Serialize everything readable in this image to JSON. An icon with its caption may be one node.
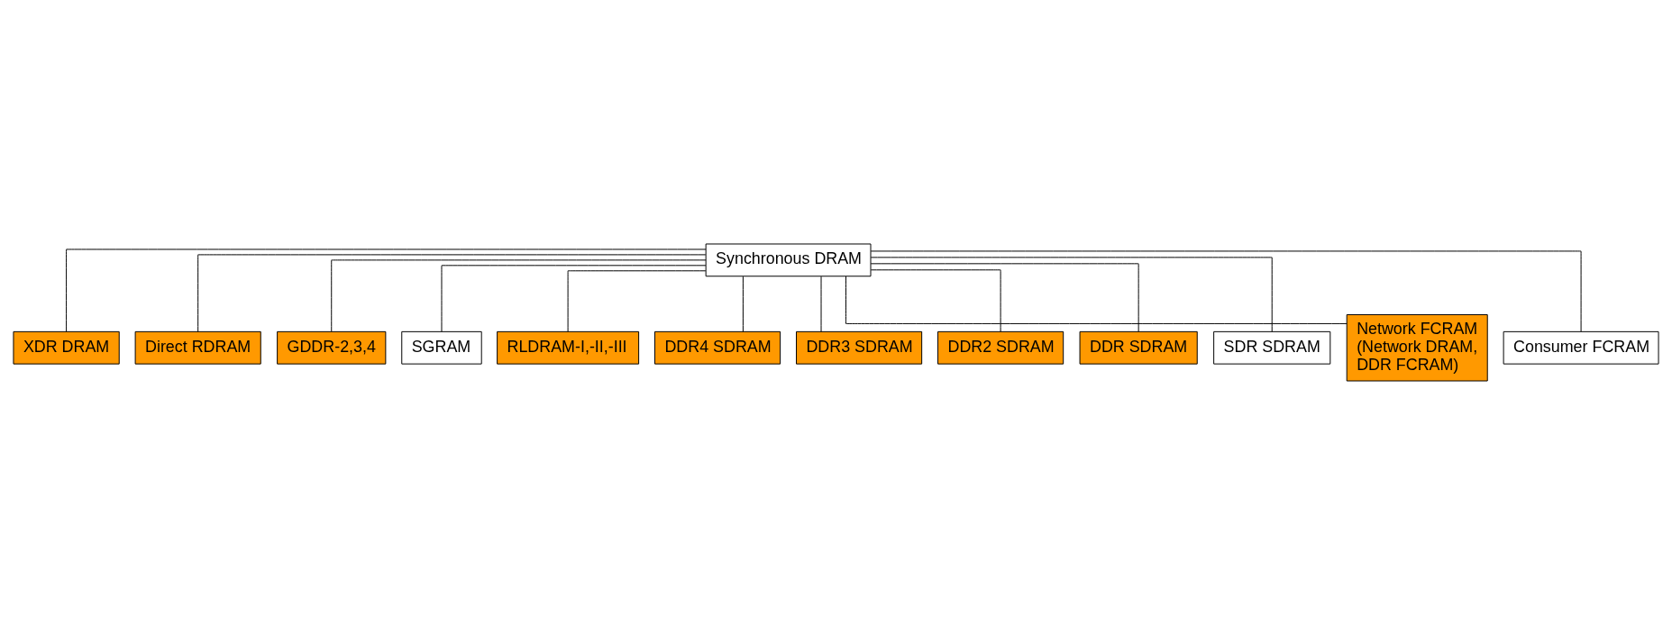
{
  "diagram": {
    "nodes": [
      {
        "text": [
          "Synchronous DRAM"
        ]
      },
      {
        "text": [
          "XDR DRAM"
        ]
      },
      {
        "text": [
          "Direct RDRAM"
        ]
      },
      {
        "text": [
          "GDDR-2,3,4"
        ]
      },
      {
        "text": [
          "SGRAM"
        ]
      },
      {
        "text": [
          "RLDRAM-I,-II,-III"
        ]
      },
      {
        "text": [
          "DDR4 SDRAM"
        ]
      },
      {
        "text": [
          "DDR3 SDRAM"
        ]
      },
      {
        "text": [
          "DDR2 SDRAM"
        ]
      },
      {
        "text": [
          "DDR SDRAM"
        ]
      },
      {
        "text": [
          "SDR SDRAM"
        ]
      },
      {
        "text": [
          "Network FCRAM (Network DRAM, DDR FCRAM)"
        ]
      },
      {
        "text": [
          "Consumer FCRAM"
        ]
      }
    ],
    "edges": [
      {
        "from": 0,
        "to": 1,
        "arrow": "none"
      },
      {
        "from": 0,
        "to": 2,
        "arrow": "none"
      },
      {
        "from": 0,
        "to": 3,
        "arrow": "none"
      },
      {
        "from": 0,
        "to": 4,
        "arrow": "none"
      },
      {
        "from": 0,
        "to": 5,
        "arrow": "none"
      },
      {
        "from": 0,
        "to": 6,
        "arrow": "none"
      },
      {
        "from": 0,
        "to": 7,
        "arrow": "none"
      },
      {
        "from": 0,
        "to": 8,
        "arrow": "none"
      },
      {
        "from": 0,
        "to": 9,
        "arrow": "none"
      },
      {
        "from": 0,
        "to": 10,
        "arrow": "none"
      },
      {
        "from": 0,
        "to": 11,
        "arrow": "none"
      },
      {
        "from": 0,
        "to": 12,
        "arrow": "none"
      }
    ]
  }
}
